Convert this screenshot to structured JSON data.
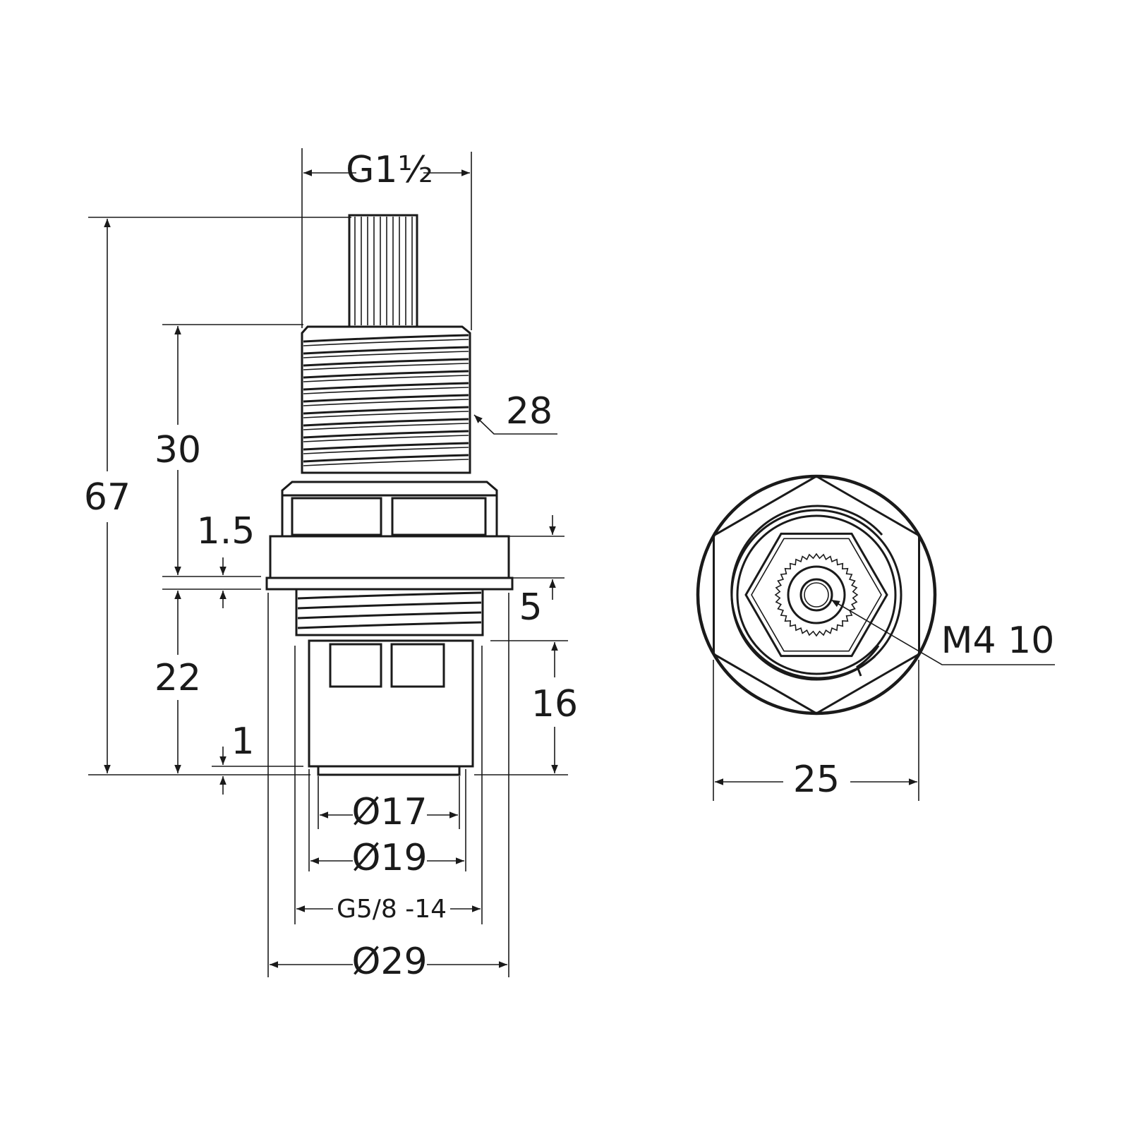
{
  "dimensions": {
    "thread_top": "G1½",
    "flats_28": "28",
    "height_30": "30",
    "total_67": "67",
    "collar_1_5": "1.5",
    "step_5": "5",
    "lower_22": "22",
    "lower_16": "16",
    "tip_1": "1",
    "dia_17": "Ø17",
    "dia_19": "Ø19",
    "thread_bottom": "G5/8 -14",
    "dia_29": "Ø29",
    "m4_10": "M4 10",
    "width_25": "25"
  },
  "colors": {
    "line": "#1a1a1a",
    "background": "#ffffff"
  }
}
